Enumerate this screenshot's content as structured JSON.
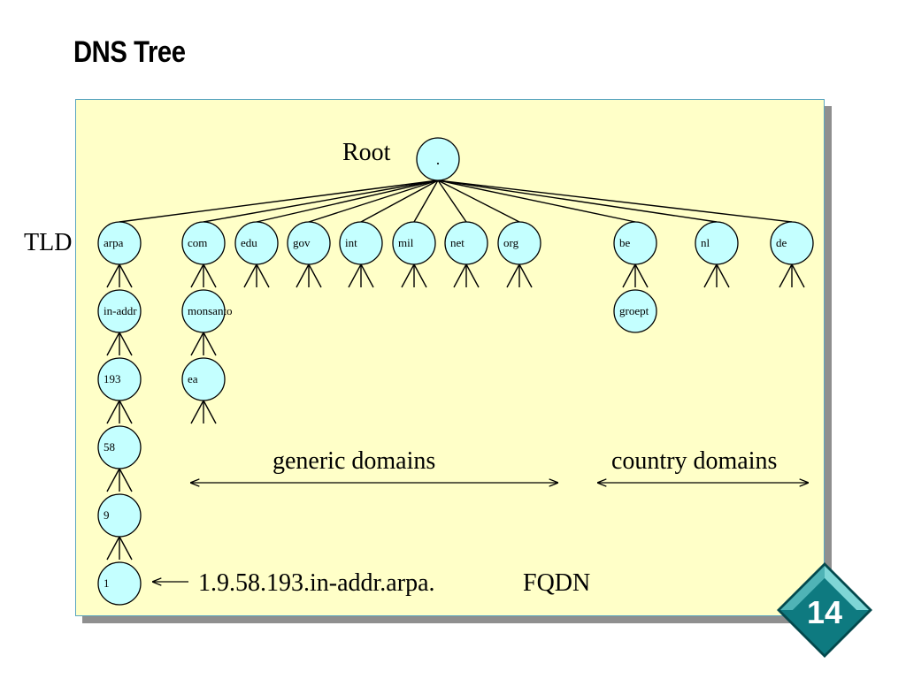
{
  "slide": {
    "title": "DNS Tree",
    "page_number": "14",
    "badge_colors": {
      "face": "#0e7a80",
      "light": "#7fd6d6",
      "dark": "#04494d",
      "text": "#ffffff"
    }
  },
  "diagram": {
    "root": {
      "label": "Root",
      "node_text": "."
    },
    "tld_label": "TLD",
    "tlds": [
      "arpa",
      "com",
      "edu",
      "gov",
      "int",
      "mil",
      "net",
      "org",
      "be",
      "nl",
      "de"
    ],
    "arpa_chain": [
      "in-addr",
      "193",
      "58",
      "9",
      "1"
    ],
    "com_chain": [
      "monsanto",
      "ea"
    ],
    "be_chain": [
      "groept"
    ],
    "generic_label": "generic domains",
    "country_label": "country domains",
    "fqdn_example": "1.9.58.193.in-addr.arpa.",
    "fqdn_label": "FQDN",
    "colors": {
      "panel": "#ffffc8",
      "node": "#c4ffff",
      "panel_border": "#5aa5bf"
    }
  }
}
